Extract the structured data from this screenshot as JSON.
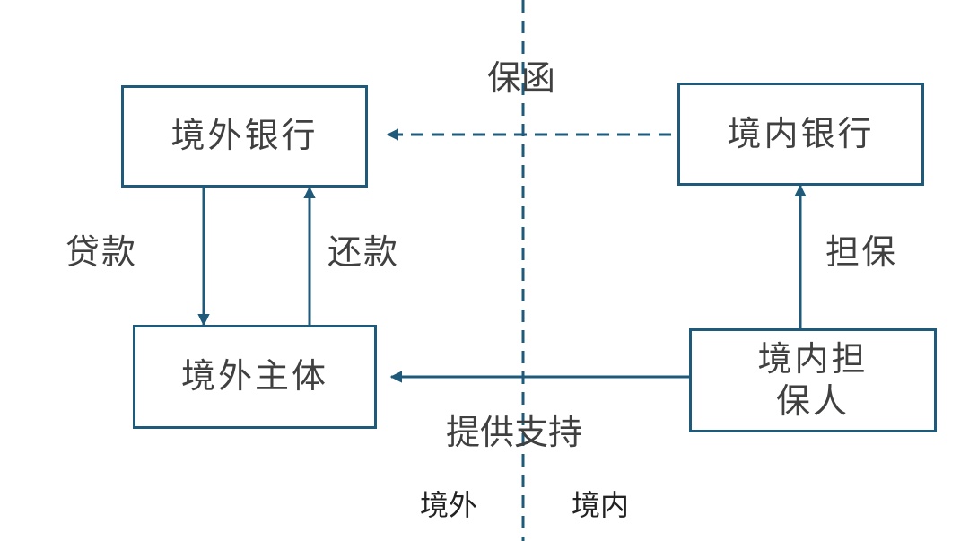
{
  "nodes": {
    "foreign_bank": "境外银行",
    "domestic_bank": "境内银行",
    "foreign_entity": "境外主体",
    "domestic_guarantor_line1": "境内担",
    "domestic_guarantor_line2": "保人"
  },
  "edges": {
    "letter_of_guarantee": "保函",
    "loan": "贷款",
    "repayment": "还款",
    "guarantee": "担保",
    "provide_support": "提供支持"
  },
  "regions": {
    "offshore": "境外",
    "onshore": "境内"
  },
  "colors": {
    "line": "#1f5a7a",
    "text": "#404040"
  }
}
